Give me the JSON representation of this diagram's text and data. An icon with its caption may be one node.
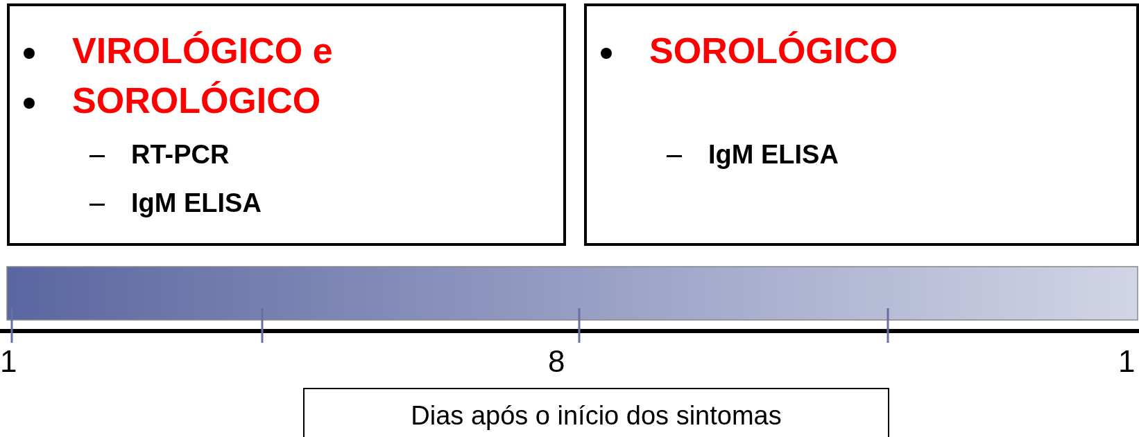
{
  "diagram": {
    "nodes": [
      {
        "text": [
          "VIROLÓGICO e",
          "SOROLÓGICO",
          "RT-PCR",
          "IgM ELISA"
        ]
      },
      {
        "text": [
          "SOROLÓGICO",
          "IgM ELISA"
        ]
      },
      {
        "text": [
          "Dias após o início dos sintomas"
        ]
      },
      {
        "text": [],
        "shape": "bar"
      }
    ],
    "edges": [],
    "labels": [
      "1",
      "8",
      "1"
    ]
  }
}
